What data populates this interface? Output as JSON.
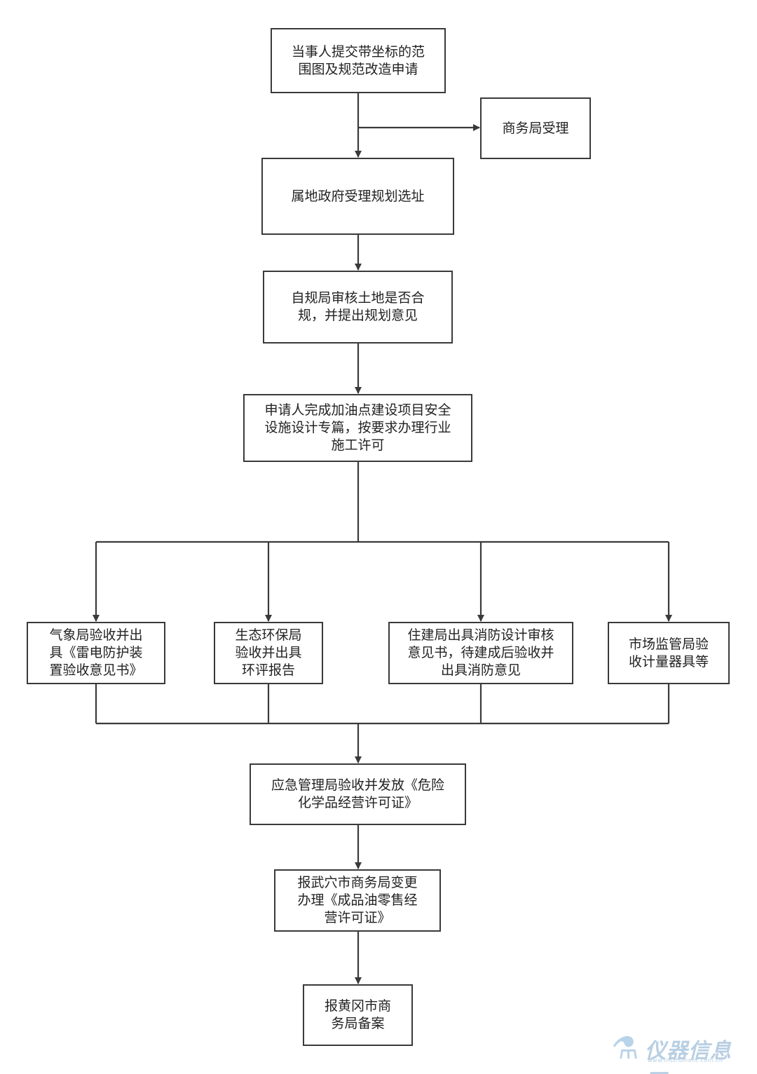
{
  "nodes": {
    "n1": "当事人提交带坐标的范\n围图及规范改造申请",
    "n2": "商务局受理",
    "n3": "属地政府受理规划选址",
    "n4": "自规局审核土地是否合\n规，并提出规划意见",
    "n5": "申请人完成加油点建设项目安全\n设施设计专篇，按要求办理行业\n施工许可",
    "n6": "气象局验收并出\n具《雷电防护装\n置验收意见书》",
    "n7": "生态环保局\n验收并出具\n环评报告",
    "n8": "住建局出具消防设计审核\n意见书，待建成后验收并\n出具消防意见",
    "n9": "市场监管局验\n收计量器具等",
    "n10": "应急管理局验收并发放《危险\n化学品经营许可证》",
    "n11": "报武穴市商务局变更\n办理《成品油零售经\n营许可证》",
    "n12": "报黄冈市商\n务局备案"
  },
  "watermark": {
    "name": "仪器信息网",
    "url": "www.instrument.com.cn"
  },
  "colors": {
    "line": "#3a3a3a",
    "watermark": "#b9cfe3"
  }
}
